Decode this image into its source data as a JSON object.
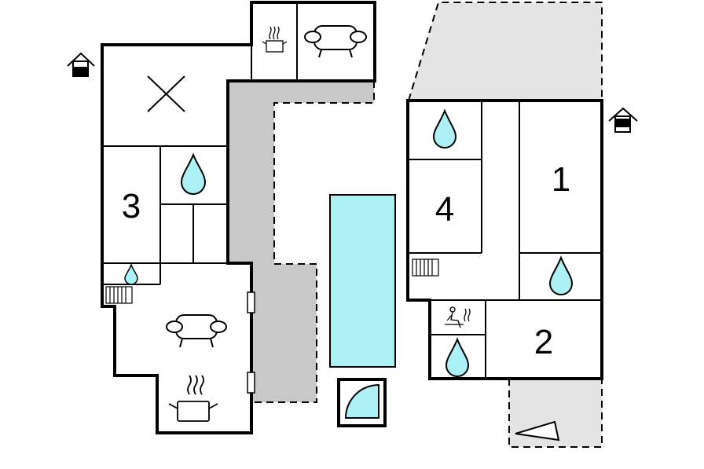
{
  "rooms": {
    "left_bedroom": "3",
    "right_bedroom_a": "1",
    "right_bedroom_b": "4",
    "right_bedroom_c": "2"
  },
  "icons": {
    "entrance": "house-entrance-icon",
    "bathroom": "water-drop-icon",
    "living": "sofa-icon",
    "kitchen": "cooking-pot-icon",
    "heater": "radiator-icon",
    "sauna": "sauna-icon",
    "terrace": "triangle-icon",
    "no_access": "cross-icon",
    "pool": "pool-icon",
    "spa": "spa-icon"
  },
  "colors": {
    "water": "#aaf0f5",
    "walkway": "#c8c8c8",
    "terrace": "#e4e4e4",
    "wall": "#000000"
  }
}
